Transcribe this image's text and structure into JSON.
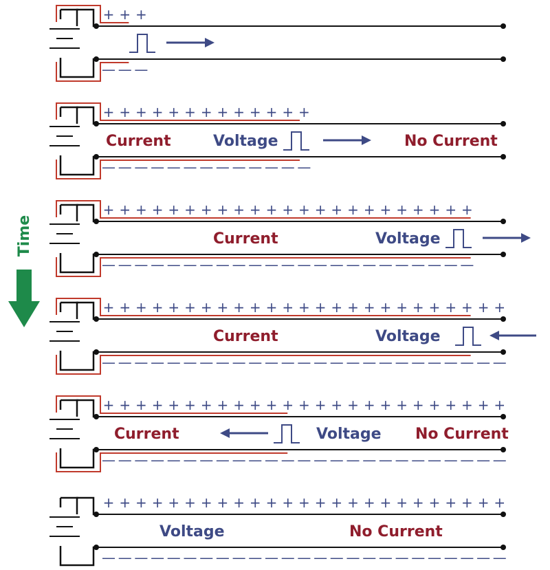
{
  "time_label": "Time",
  "labels": {
    "current": "Current",
    "voltage": "Voltage",
    "no_current": "No Current",
    "plus": "+",
    "minus": "—"
  },
  "colors": {
    "wire": "#111111",
    "current_trace": "#c0392b",
    "charge": "#3e4a85",
    "current_text": "#8f1d2c",
    "voltage_text": "#3e4a85",
    "time_arrow": "#1e8a4a"
  },
  "panels": [
    {
      "plus_count": 3,
      "minus_count": 3,
      "current_fraction": 0.08,
      "pulse_direction": "right",
      "texts": []
    },
    {
      "plus_count": 13,
      "minus_count": 13,
      "current_fraction": 0.5,
      "pulse_direction": "right",
      "texts": [
        "Current",
        "Voltage",
        "No Current"
      ]
    },
    {
      "plus_count": 23,
      "minus_count": 23,
      "current_fraction": 0.92,
      "pulse_direction": "right",
      "texts": [
        "Current",
        "Voltage"
      ]
    },
    {
      "plus_count": 25,
      "minus_count": 25,
      "current_fraction": 0.92,
      "pulse_direction": "left",
      "texts": [
        "Current",
        "Voltage"
      ]
    },
    {
      "plus_count": 25,
      "minus_count": 25,
      "current_fraction": 0.47,
      "pulse_direction": "left",
      "texts": [
        "Current",
        "Voltage",
        "No Current"
      ]
    },
    {
      "plus_count": 25,
      "minus_count": 25,
      "current_fraction": 0.0,
      "pulse_direction": "none",
      "texts": [
        "Voltage",
        "No Current"
      ]
    }
  ]
}
